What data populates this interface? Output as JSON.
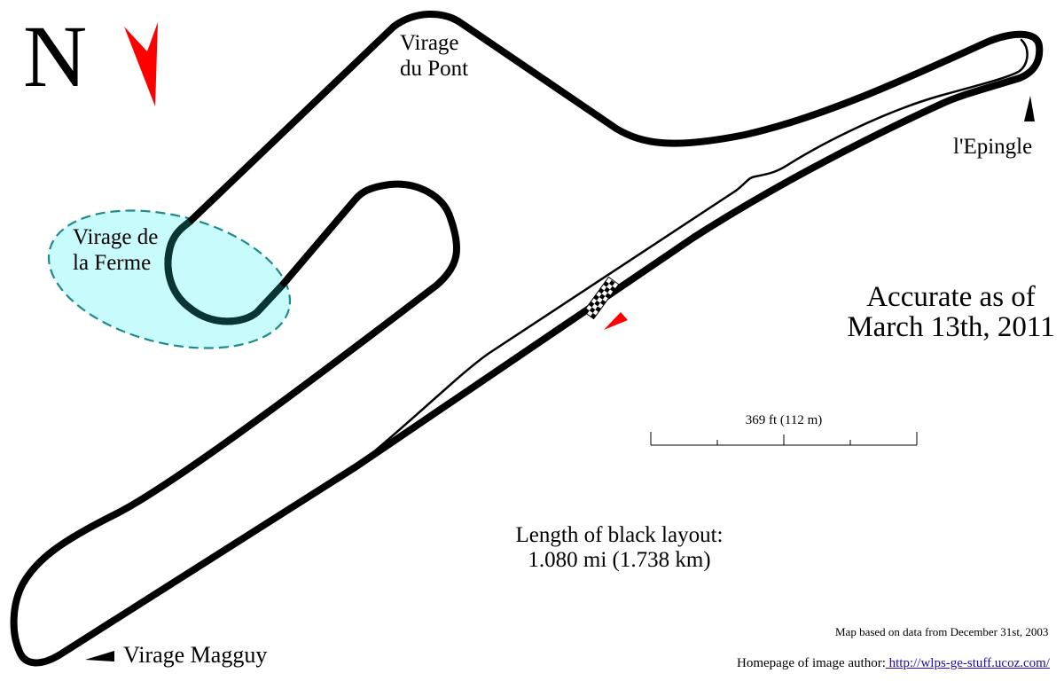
{
  "map": {
    "north_letter": "N",
    "corners": {
      "pont_line1": "Virage",
      "pont_line2": "du Pont",
      "epingle": "l'Epingle",
      "ferme_line1": "Virage de",
      "ferme_line2": "la Ferme",
      "magguy": "Virage Magguy"
    },
    "accuracy_line1": "Accurate as of",
    "accuracy_line2": "March 13th, 2011",
    "scale_label": "369 ft (112 m)",
    "length_line1": "Length of black layout:",
    "length_line2": "1.080 mi (1.738 km)",
    "data_note": "Map based on data from December 31st, 2003",
    "author_prefix": "Homepage of image author:",
    "author_link": " http://wlps-ge-stuff.ucoz.com/"
  },
  "colors": {
    "track": "#000000",
    "highlight_fill": "#c8fcfc",
    "highlight_stroke": "#1f8a8a",
    "highlight_track": "#0a3535",
    "direction_arrow": "#ff0000",
    "link": "#1a0dab"
  },
  "icons": {
    "north_arrow": "north-arrow-icon",
    "start_finish": "checkered-flag-icon",
    "direction": "direction-arrow-icon",
    "corner_marker": "triangle-marker-icon"
  }
}
